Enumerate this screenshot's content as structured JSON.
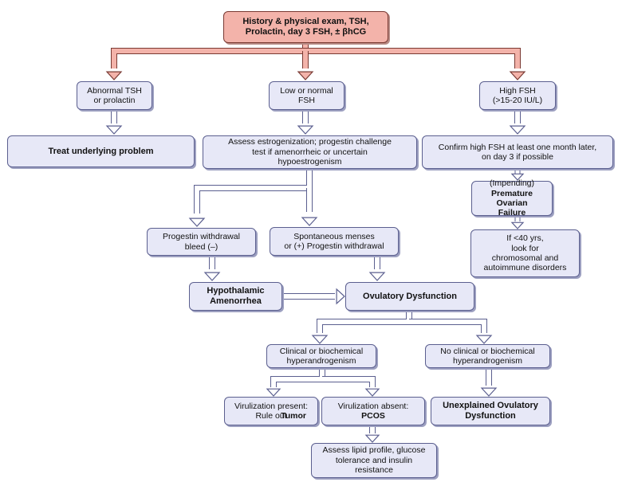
{
  "nodes": {
    "root": "History & physical exam, TSH,\nProlactin, day 3 FSH, ± βhCG",
    "abnormal_tsh": "Abnormal TSH\nor prolactin",
    "low_normal_fsh": "Low or normal\nFSH",
    "high_fsh": "High FSH\n(>15-20 IU/L)",
    "treat_underlying": "Treat underlying problem",
    "assess_estrogenization": "Assess estrogenization; progestin challenge\ntest if amenorrheic or uncertain\nhypoestrogenism",
    "confirm_high_fsh": "Confirm high FSH at least one month later,\non day 3 if possible",
    "pof_prefix": "(Impending)",
    "pof_bold": "Premature Ovarian\nFailure",
    "under40": "If <40 yrs,\nlook for\nchromosomal and\nautoimmune disorders",
    "progestin_bleed_neg": "Progestin withdrawal\nbleed (–)",
    "spontaneous_menses": "Spontaneous menses\nor (+) Progestin withdrawal",
    "hypothalamic": "Hypothalamic\nAmenorrhea",
    "ovulatory_dysfunction": "Ovulatory Dysfunction",
    "clinical_hyperandrogenism": "Clinical or biochemical\nhyperandrogenism",
    "no_hyperandrogenism": "No clinical or biochemical\nhyperandrogenism",
    "virilization_present_text": "Virulization present:\nRule out",
    "virilization_present_bold": "Tumor",
    "virilization_absent_text": "Virulization absent:",
    "virilization_absent_bold": "PCOS",
    "unexplained": "Unexplained Ovulatory\nDysfunction",
    "assess_lipid": "Assess lipid profile, glucose\ntolerance and insulin\nresistance"
  },
  "colors": {
    "box_fill": "#e7e8f7",
    "box_border": "#5b5f8f",
    "root_fill": "#f3b3aa",
    "pink_arrow": "#f3b3aa",
    "arrow_fill": "#ffffff",
    "arrow_stroke": "#5b5f8f"
  }
}
